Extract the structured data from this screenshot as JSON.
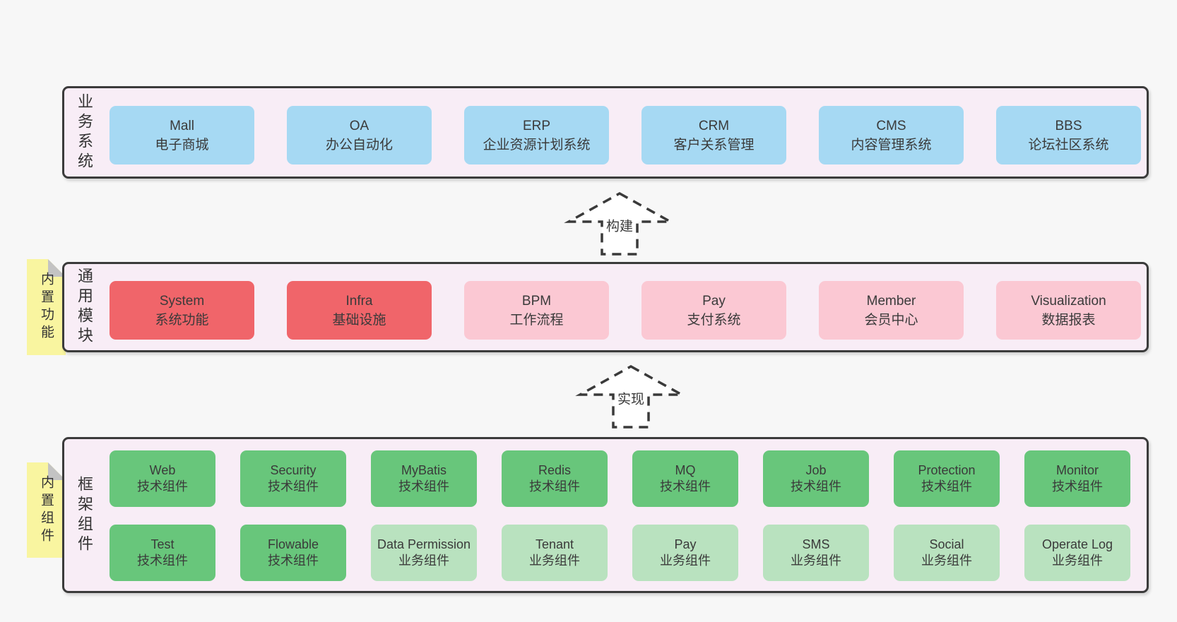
{
  "colors": {
    "page_bg": "#f7f7f7",
    "panel_bg": "#f8edf6",
    "panel_border": "#3b3b3b",
    "box_blue": "#a6d9f3",
    "box_red": "#f0656a",
    "box_pink": "#fbc8d3",
    "box_green": "#68c67b",
    "box_light_green": "#b9e2bf",
    "note_yellow": "#f9f5a0",
    "note_fold_gray": "#c3c3c3",
    "text": "#3a3a3a"
  },
  "arrows": [
    {
      "label": "构建"
    },
    {
      "label": "实现"
    }
  ],
  "panels": [
    {
      "label": "业务系统",
      "boxes": [
        {
          "en": "Mall",
          "zh": "电子商城"
        },
        {
          "en": "OA",
          "zh": "办公自动化"
        },
        {
          "en": "ERP",
          "zh": "企业资源计划系统"
        },
        {
          "en": "CRM",
          "zh": "客户关系管理"
        },
        {
          "en": "CMS",
          "zh": "内容管理系统"
        },
        {
          "en": "BBS",
          "zh": "论坛社区系统"
        }
      ]
    },
    {
      "label": "通用模块",
      "note": "内置功能",
      "boxes": [
        {
          "en": "System",
          "zh": "系统功能"
        },
        {
          "en": "Infra",
          "zh": "基础设施"
        },
        {
          "en": "BPM",
          "zh": "工作流程"
        },
        {
          "en": "Pay",
          "zh": "支付系统"
        },
        {
          "en": "Member",
          "zh": "会员中心"
        },
        {
          "en": "Visualization",
          "zh": "数据报表"
        }
      ]
    },
    {
      "label": "框架组件",
      "note": "内置组件",
      "boxes": [
        {
          "en": "Web",
          "zh": "技术组件"
        },
        {
          "en": "Security",
          "zh": "技术组件"
        },
        {
          "en": "MyBatis",
          "zh": "技术组件"
        },
        {
          "en": "Redis",
          "zh": "技术组件"
        },
        {
          "en": "MQ",
          "zh": "技术组件"
        },
        {
          "en": "Job",
          "zh": "技术组件"
        },
        {
          "en": "Protection",
          "zh": "技术组件"
        },
        {
          "en": "Monitor",
          "zh": "技术组件"
        },
        {
          "en": "Test",
          "zh": "技术组件"
        },
        {
          "en": "Flowable",
          "zh": "技术组件"
        },
        {
          "en": "Data Permission",
          "zh": "业务组件"
        },
        {
          "en": "Tenant",
          "zh": "业务组件"
        },
        {
          "en": "Pay",
          "zh": "业务组件"
        },
        {
          "en": "SMS",
          "zh": "业务组件"
        },
        {
          "en": "Social",
          "zh": "业务组件"
        },
        {
          "en": "Operate Log",
          "zh": "业务组件"
        }
      ]
    }
  ]
}
